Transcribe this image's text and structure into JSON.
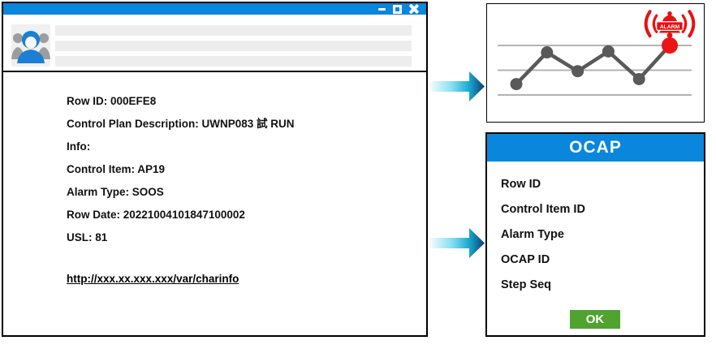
{
  "window": {
    "titlebar": {
      "icons": [
        "minimize-icon",
        "maximize-icon",
        "close-icon"
      ]
    },
    "header": {
      "avatar_icon": "group-user-icon",
      "placeholder_bar_count": 3
    },
    "fields": [
      "Row ID: 000EFE8",
      "Control Plan Description: UWNP083 試 RUN",
      "Info:",
      "Control Item: AP19",
      "Alarm Type: SOOS",
      "Row Date: 20221004101847100002",
      "USL: 81"
    ],
    "link": "http://xxx.xx.xxx.xxx/var/charinfo"
  },
  "chart_data": {
    "type": "line",
    "title": "",
    "xlabel": "",
    "ylabel": "",
    "x": [
      1,
      2,
      3,
      4,
      5,
      6
    ],
    "values": [
      36,
      68,
      49,
      69,
      41,
      75
    ],
    "gridline_values": [
      25,
      50,
      75
    ],
    "ylim": [
      0,
      100
    ],
    "grid": "horizontal-only",
    "legend": "none",
    "alarm_point_index": 5,
    "annotation": "ALARM",
    "annotation_icon": "alarm-bell-icon",
    "colors": {
      "line": "#595959",
      "point": "#595959",
      "alarm_point": "#ec1515",
      "alarm_icon": "#e81111",
      "gridline": "#b3b3b3"
    }
  },
  "ocap": {
    "title": "OCAP",
    "items": [
      "Row ID",
      "Control Item ID",
      "Alarm Type",
      "OCAP ID",
      "Step Seq"
    ],
    "ok_label": "OK"
  },
  "colors": {
    "titlebar_blue": "#0a86dc",
    "ocap_header_blue": "#0a86dc",
    "ok_green": "#4fa32e",
    "window_border": "#000000",
    "placeholder_gray": "#ededed",
    "arrow_gradient": [
      "#f4fbfd",
      "#86dff0",
      "#18a7d0",
      "#0d3e73"
    ]
  }
}
